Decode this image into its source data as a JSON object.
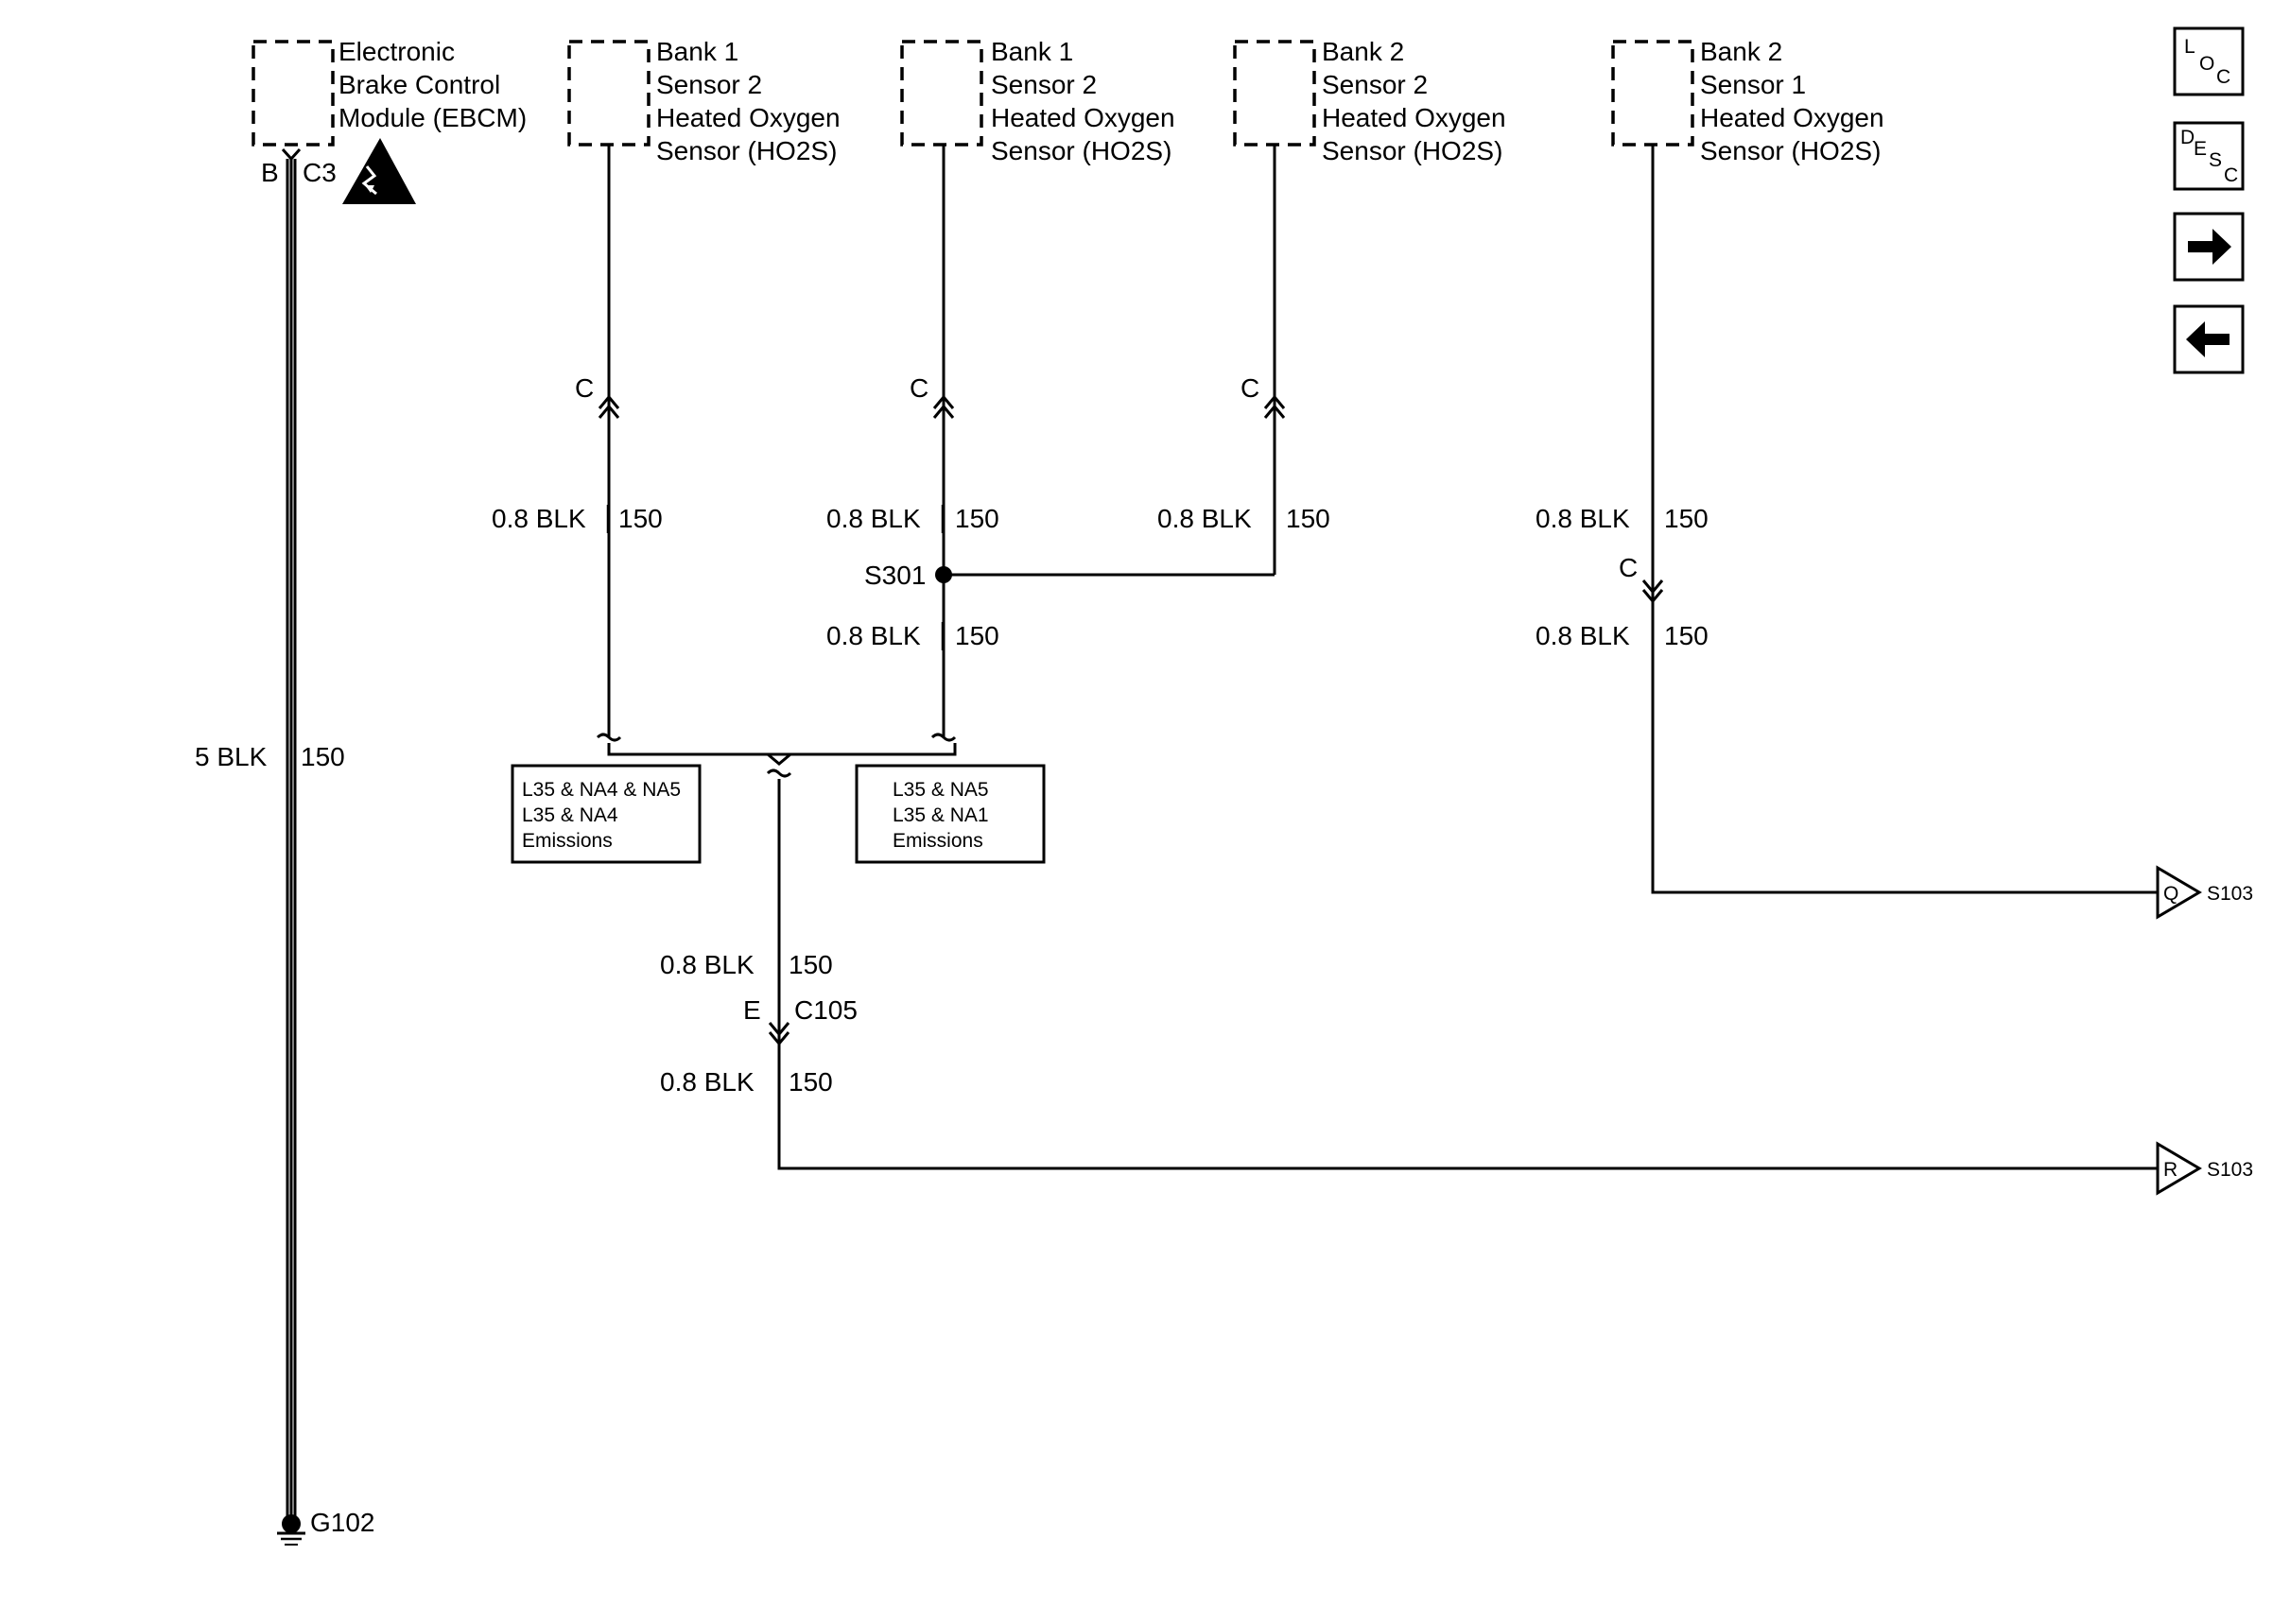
{
  "components": {
    "ebcm": {
      "lines": [
        "Electronic",
        "Brake Control",
        "Module (EBCM)"
      ],
      "pin": "B",
      "connector": "C3"
    },
    "b1s2_a": {
      "lines": [
        "Bank 1",
        "Sensor 2",
        "Heated Oxygen",
        "Sensor (HO2S)"
      ]
    },
    "b1s2_b": {
      "lines": [
        "Bank 1",
        "Sensor 2",
        "Heated Oxygen",
        "Sensor (HO2S)"
      ]
    },
    "b2s2": {
      "lines": [
        "Bank 2",
        "Sensor 2",
        "Heated Oxygen",
        "Sensor (HO2S)"
      ]
    },
    "b2s1": {
      "lines": [
        "Bank 2",
        "Sensor 1",
        "Heated Oxygen",
        "Sensor (HO2S)"
      ]
    }
  },
  "connector_c": "C",
  "wire": {
    "blk_08": "0.8 BLK",
    "blk_5": "5 BLK",
    "circuit": "150"
  },
  "splice_s301": "S301",
  "option_boxes": {
    "left": [
      "L35 & NA4 & NA5",
      "L35 & NA4",
      "Emissions"
    ],
    "right": [
      "L35 & NA5",
      "L35 & NA1",
      "Emissions"
    ]
  },
  "connector_c105": {
    "pin": "E",
    "name": "C105"
  },
  "ground": "G102",
  "offpage": {
    "q": {
      "letter": "Q",
      "target": "S103"
    },
    "r": {
      "letter": "R",
      "target": "S103"
    }
  },
  "side_buttons": {
    "loc": {
      "top": "L",
      "mid": "O",
      "sub": "C"
    },
    "desc": {
      "top": "D",
      "mid": "E",
      "sub1": "S",
      "sub2": "C"
    }
  }
}
